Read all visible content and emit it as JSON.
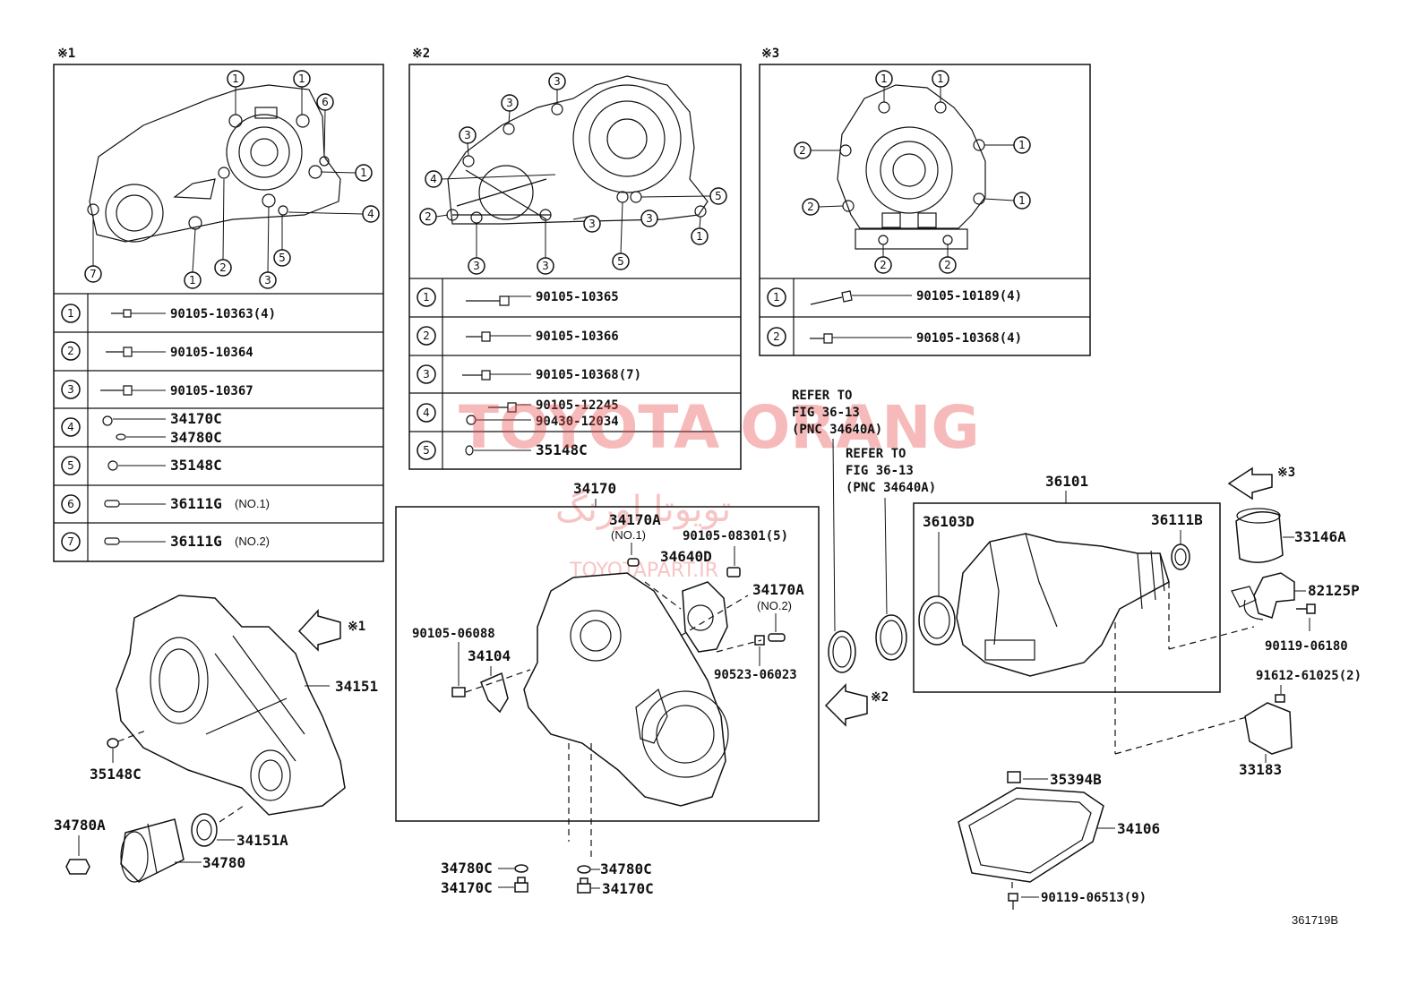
{
  "diagram_id": "361719B",
  "watermark": {
    "main": "TOYOTA ORANG",
    "arabic": "تویوتا اورنگ",
    "site": "TOYOTAPART.IR"
  },
  "panels": {
    "p1": {
      "marker": "※1",
      "rows": [
        {
          "n": "1",
          "part": "90105-10363(4)"
        },
        {
          "n": "2",
          "part": "90105-10364"
        },
        {
          "n": "3",
          "part": "90105-10367"
        },
        {
          "n": "4",
          "part": "34170C",
          "part2": "34780C"
        },
        {
          "n": "5",
          "part": "35148C"
        },
        {
          "n": "6",
          "part": "36111G",
          "note": "(NO.1)"
        },
        {
          "n": "7",
          "part": "36111G",
          "note": "(NO.2)"
        }
      ]
    },
    "p2": {
      "marker": "※2",
      "rows": [
        {
          "n": "1",
          "part": "90105-10365"
        },
        {
          "n": "2",
          "part": "90105-10366"
        },
        {
          "n": "3",
          "part": "90105-10368(7)"
        },
        {
          "n": "4",
          "part": "90105-12245",
          "part2": "90430-12034"
        },
        {
          "n": "5",
          "part": "35148C"
        }
      ]
    },
    "p3": {
      "marker": "※3",
      "rows": [
        {
          "n": "1",
          "part": "90105-10189(4)"
        },
        {
          "n": "2",
          "part": "90105-10368(4)"
        }
      ]
    }
  },
  "labels": {
    "refer1": [
      "REFER TO",
      "FIG 36-13",
      "(PNC 34640A)"
    ],
    "refer2": [
      "REFER TO",
      "FIG 36-13",
      "(PNC 34640A)"
    ],
    "p34170": "34170",
    "p34170A_1": "34170A",
    "no1": "(NO.1)",
    "p90105_08301": "90105-08301(5)",
    "p34640D": "34640D",
    "p34170A_2": "34170A",
    "no2": "(NO.2)",
    "p90105_06088": "90105-06088",
    "p34104": "34104",
    "p90523_06023": "90523-06023",
    "p34151": "34151",
    "p35148C": "35148C",
    "p34780A": "34780A",
    "p34151A": "34151A",
    "p34780": "34780",
    "p34780C_l": "34780C",
    "p34170C_l": "34170C",
    "p34780C_r": "34780C",
    "p34170C_r": "34170C",
    "p36101": "36101",
    "p36103D": "36103D",
    "p36111B": "36111B",
    "p33146A": "33146A",
    "p82125P": "82125P",
    "p90119_06180": "90119-06180",
    "p91612_61025": "91612-61025(2)",
    "p33183": "33183",
    "p35394B": "35394B",
    "p34106": "34106",
    "p90119_06513": "90119-06513(9)",
    "m1": "※1",
    "m2": "※2",
    "m3": "※3"
  }
}
